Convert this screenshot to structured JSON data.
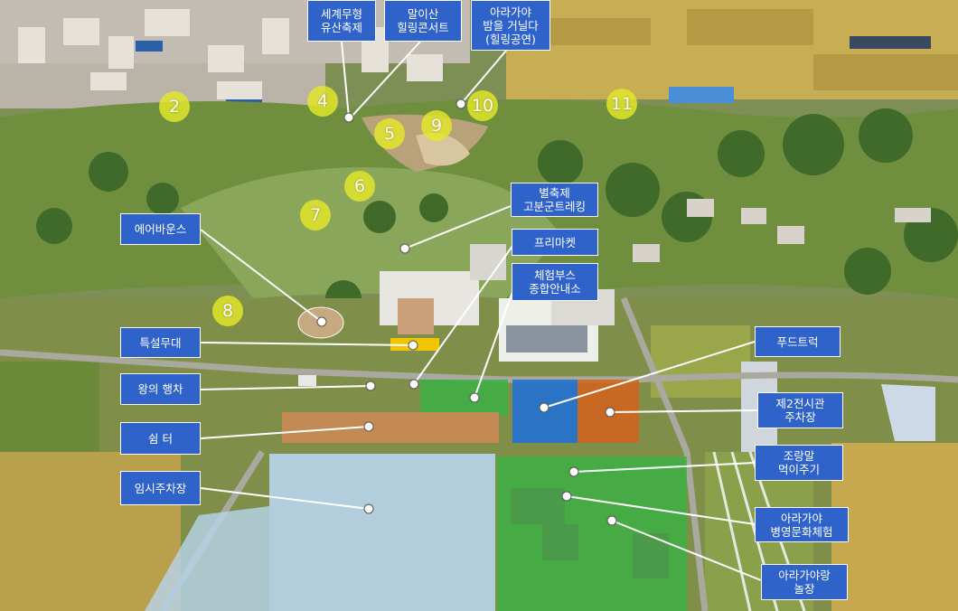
{
  "labels": {
    "heritage_festival": "세계무형\n유산축제",
    "malisan_concert": "말이산\n힐링콘서트",
    "aragaya_night": "아라가야\n밤을 거닐다\n(힐링공연)",
    "star_festival": "별축제\n고분군트레킹",
    "flea_market": "프리마켓",
    "booth_info": "체험부스\n종합안내소",
    "air_bounce": "에어바운스",
    "special_stage": "특설무대",
    "king_procession": "왕의 행차",
    "rest_area": "쉼 터",
    "temp_parking": "임시주차장",
    "food_truck": "푸드트럭",
    "parking2": "제2전시관\n주차장",
    "horse_feeding": "조랑말\n먹이주기",
    "military_culture": "아라가야\n병영문화체험",
    "playground": "아라가야랑\n놀장"
  },
  "markers": [
    "2",
    "4",
    "5",
    "6",
    "7",
    "8",
    "9",
    "10",
    "11"
  ],
  "colors": {
    "label_bg": "#2f63c9",
    "marker_fill": "#e4e828",
    "zone_green": "#3cb043",
    "zone_blue": "#1f6fd6",
    "zone_orange": "#d2641e",
    "zone_tan": "#c98a55",
    "zone_lightblue": "#b8d4ec",
    "stage_yellow": "#f2c500"
  }
}
